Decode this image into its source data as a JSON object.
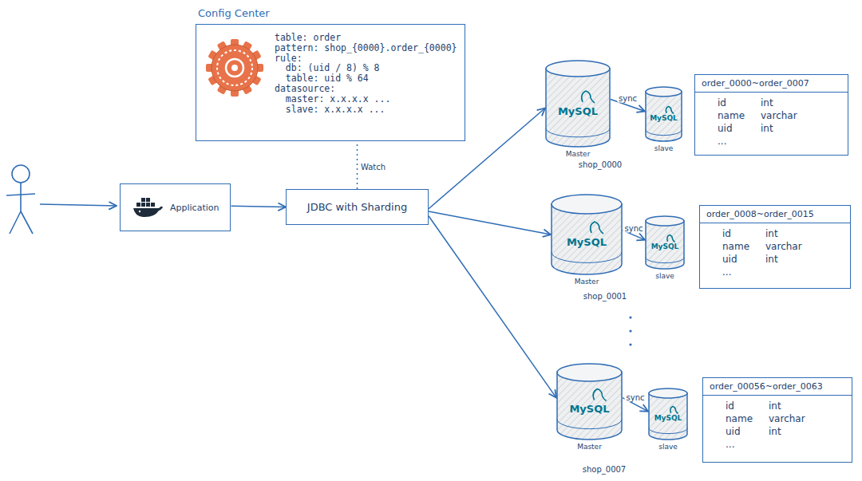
{
  "diagram": {
    "nodes": [
      {
        "text": [
          "Config Center",
          "table: order",
          "pattern: shop_{0000}.order_{0000}",
          "rule:",
          "db: (uid / 8) % 8",
          "table: uid % 64",
          "datasource:",
          "master: x.x.x.x ...",
          "slave: x.x.x.x ..."
        ]
      },
      {
        "text": [
          "Application"
        ]
      },
      {
        "text": [
          "JDBC with Sharding"
        ]
      },
      {
        "text": [
          "MySQL",
          "Master"
        ]
      },
      {
        "text": [
          "MySQL",
          "slave"
        ]
      },
      {
        "text": [
          "order_0000~order_0007",
          "id",
          "int",
          "name",
          "varchar",
          "uid",
          "int",
          "..."
        ]
      },
      {
        "text": [
          "MySQL",
          "Master"
        ]
      },
      {
        "text": [
          "MySQL",
          "slave"
        ]
      },
      {
        "text": [
          "order_0008~order_0015",
          "id",
          "int",
          "name",
          "varchar",
          "uid",
          "int",
          "..."
        ]
      },
      {
        "text": [
          "MySQL",
          "Master"
        ]
      },
      {
        "text": [
          "MySQL",
          "slave"
        ]
      },
      {
        "text": [
          "order_00056~order_0063",
          "id",
          "int",
          "name",
          "varchar",
          "uid",
          "int",
          "..."
        ]
      }
    ],
    "edges": [
      {
        "from": 1,
        "to": 2,
        "arrow": "to"
      },
      {
        "from": 2,
        "to": 0,
        "label": "Watch",
        "arrow": "none"
      },
      {
        "from": 2,
        "to": 3,
        "arrow": "to"
      },
      {
        "from": 3,
        "to": 4,
        "label": "sync",
        "arrow": "to"
      },
      {
        "from": 2,
        "to": 6,
        "arrow": "to"
      },
      {
        "from": 6,
        "to": 7,
        "label": "sync",
        "arrow": "to"
      },
      {
        "from": 2,
        "to": 9,
        "arrow": "to"
      },
      {
        "from": 9,
        "to": 10,
        "label": "sync",
        "arrow": "to"
      }
    ],
    "labels": [
      "shop_0000",
      "shop_0001",
      "shop_0007"
    ]
  }
}
